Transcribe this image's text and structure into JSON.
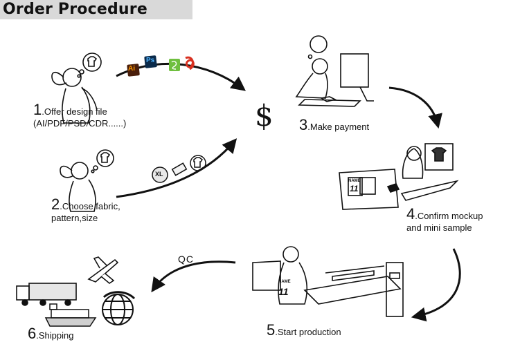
{
  "header": {
    "title": "Order Procedure"
  },
  "steps": [
    {
      "num": "1",
      "text": ".Offer design file",
      "line2": "(AI/PDF/PSD/CDR......)"
    },
    {
      "num": "2",
      "text": ".Choose fabric,",
      "line2": "pattern,size"
    },
    {
      "num": "3",
      "text": ".Make payment"
    },
    {
      "num": "4",
      "text": ".Confirm mockup",
      "line2": "and mini sample"
    },
    {
      "num": "5",
      "text": ".Start production"
    },
    {
      "num": "6",
      "text": ".Shipping"
    }
  ],
  "currency_symbol": "$",
  "qc_label": "QC",
  "file_icons": [
    "Ai",
    "Ps"
  ],
  "size_badge": "XL",
  "jersey": {
    "name": "NAME",
    "number": "11"
  },
  "colors": {
    "header_bg": "#d9d9d9",
    "ai_bg": "#4a1e0a",
    "ai_fg": "#ff9a00",
    "ps_bg": "#0a2a4a",
    "ps_fg": "#4fb3ff",
    "cdr_bg": "#6fbf3f",
    "pdf_bg": "#d83020"
  }
}
